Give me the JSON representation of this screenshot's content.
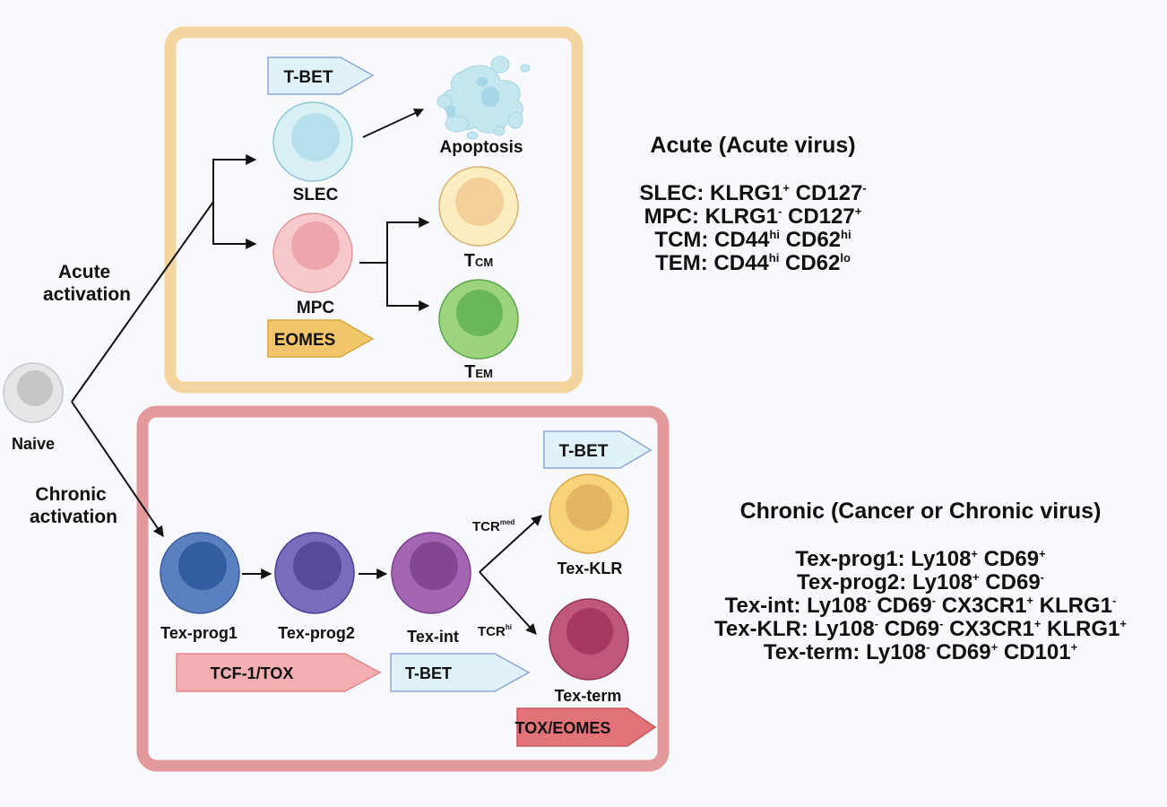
{
  "naive": {
    "label": "Naive"
  },
  "activation": {
    "acute": [
      "Acute",
      "activation"
    ],
    "chronic": [
      "Chronic",
      "activation"
    ]
  },
  "acute_panel": {
    "border_color": "#f5d59f",
    "cells": {
      "slec": {
        "label": "SLEC",
        "outer": "#d9f0f5",
        "inner": "#b5e0ec",
        "stroke": "#8ec6d8"
      },
      "mpc": {
        "label": "MPC",
        "outer": "#f7c9cc",
        "inner": "#eca6ab",
        "stroke": "#e0989d"
      },
      "tcm": {
        "label_main": "T",
        "label_sub": "CM",
        "outer": "#fdeec2",
        "inner": "#f4cf99",
        "stroke": "#d9b070"
      },
      "tem": {
        "label_main": "T",
        "label_sub": "EM",
        "outer": "#9bd47c",
        "inner": "#6ab75a",
        "stroke": "#5aa54a"
      }
    },
    "apoptosis": {
      "label": "Apoptosis",
      "fill": "#c3e6ef",
      "accent": "#a6d7e6"
    },
    "tags": {
      "tbet": {
        "label": "T-BET",
        "fill": "#dff2f7",
        "stroke": "#8da6d8"
      },
      "eomes": {
        "label": "EOMES",
        "fill": "#f2c56a",
        "stroke": "#d9a840"
      }
    }
  },
  "chronic_panel": {
    "border_color": "#e3999b",
    "cells": {
      "tex_prog1": {
        "label": "Tex-prog1",
        "outer": "#5b80c1",
        "inner": "#325e9f",
        "stroke": "#3b5b9a"
      },
      "tex_prog2": {
        "label": "Tex-prog2",
        "outer": "#7a6cbc",
        "inner": "#574a9a",
        "stroke": "#4b3f94"
      },
      "tex_int": {
        "label": "Tex-int",
        "outer": "#a466b3",
        "inner": "#824693",
        "stroke": "#7d3f8e"
      },
      "tex_klr": {
        "label": "Tex-KLR",
        "outer": "#f8d37a",
        "inner": "#e4b664",
        "stroke": "#d9a845"
      },
      "tex_term": {
        "label": "Tex-term",
        "outer": "#c0587c",
        "inner": "#a63861",
        "stroke": "#923456"
      }
    },
    "tcr": {
      "med": {
        "main": "TCR",
        "sup": "med"
      },
      "hi": {
        "main": "TCR",
        "sup": "hi"
      }
    },
    "tags": {
      "tcf1_tox": {
        "label": "TCF-1/TOX",
        "fill": "#f2aeb0",
        "stroke": "#e38a8e"
      },
      "tbet_mid": {
        "label": "T-BET",
        "fill": "#dff2f7",
        "stroke": "#8da6d8"
      },
      "tbet_top": {
        "label": "T-BET",
        "fill": "#dff2f7",
        "stroke": "#8da6d8"
      },
      "tox_eomes": {
        "label": "TOX/EOMES",
        "fill": "#e27378",
        "stroke": "#c9565c"
      }
    }
  },
  "acute_legend": {
    "title": "Acute (Acute virus)",
    "rows": [
      [
        {
          "t": "SLEC: KLRG1"
        },
        {
          "s": "+"
        },
        {
          "t": " CD127"
        },
        {
          "s": "-"
        }
      ],
      [
        {
          "t": "MPC: KLRG1"
        },
        {
          "s": "-"
        },
        {
          "t": " CD127"
        },
        {
          "s": "+"
        }
      ],
      [
        {
          "t": "TCM: CD44"
        },
        {
          "s": "hi"
        },
        {
          "t": " CD62"
        },
        {
          "s": "hi"
        }
      ],
      [
        {
          "t": "TEM: CD44"
        },
        {
          "s": "hi"
        },
        {
          "t": " CD62"
        },
        {
          "s": "lo"
        }
      ]
    ]
  },
  "chronic_legend": {
    "title": "Chronic (Cancer or Chronic virus)",
    "rows": [
      [
        {
          "t": "Tex-prog1: Ly108"
        },
        {
          "s": "+"
        },
        {
          "t": " CD69"
        },
        {
          "s": "+"
        }
      ],
      [
        {
          "t": "Tex-prog2: Ly108"
        },
        {
          "s": "+"
        },
        {
          "t": " CD69"
        },
        {
          "s": "-"
        }
      ],
      [
        {
          "t": "Tex-int: Ly108"
        },
        {
          "s": "-"
        },
        {
          "t": " CD69"
        },
        {
          "s": "-"
        },
        {
          "t": " CX3CR1"
        },
        {
          "s": "+"
        },
        {
          "t": " KLRG1"
        },
        {
          "s": "-"
        }
      ],
      [
        {
          "t": "Tex-KLR: Ly108"
        },
        {
          "s": "-"
        },
        {
          "t": " CD69"
        },
        {
          "s": "-"
        },
        {
          "t": " CX3CR1"
        },
        {
          "s": "+"
        },
        {
          "t": " KLRG1"
        },
        {
          "s": "+"
        }
      ],
      [
        {
          "t": "Tex-term: Ly108"
        },
        {
          "s": "-"
        },
        {
          "t": " CD69"
        },
        {
          "s": "+"
        },
        {
          "t": " CD101"
        },
        {
          "s": "+"
        }
      ]
    ]
  }
}
